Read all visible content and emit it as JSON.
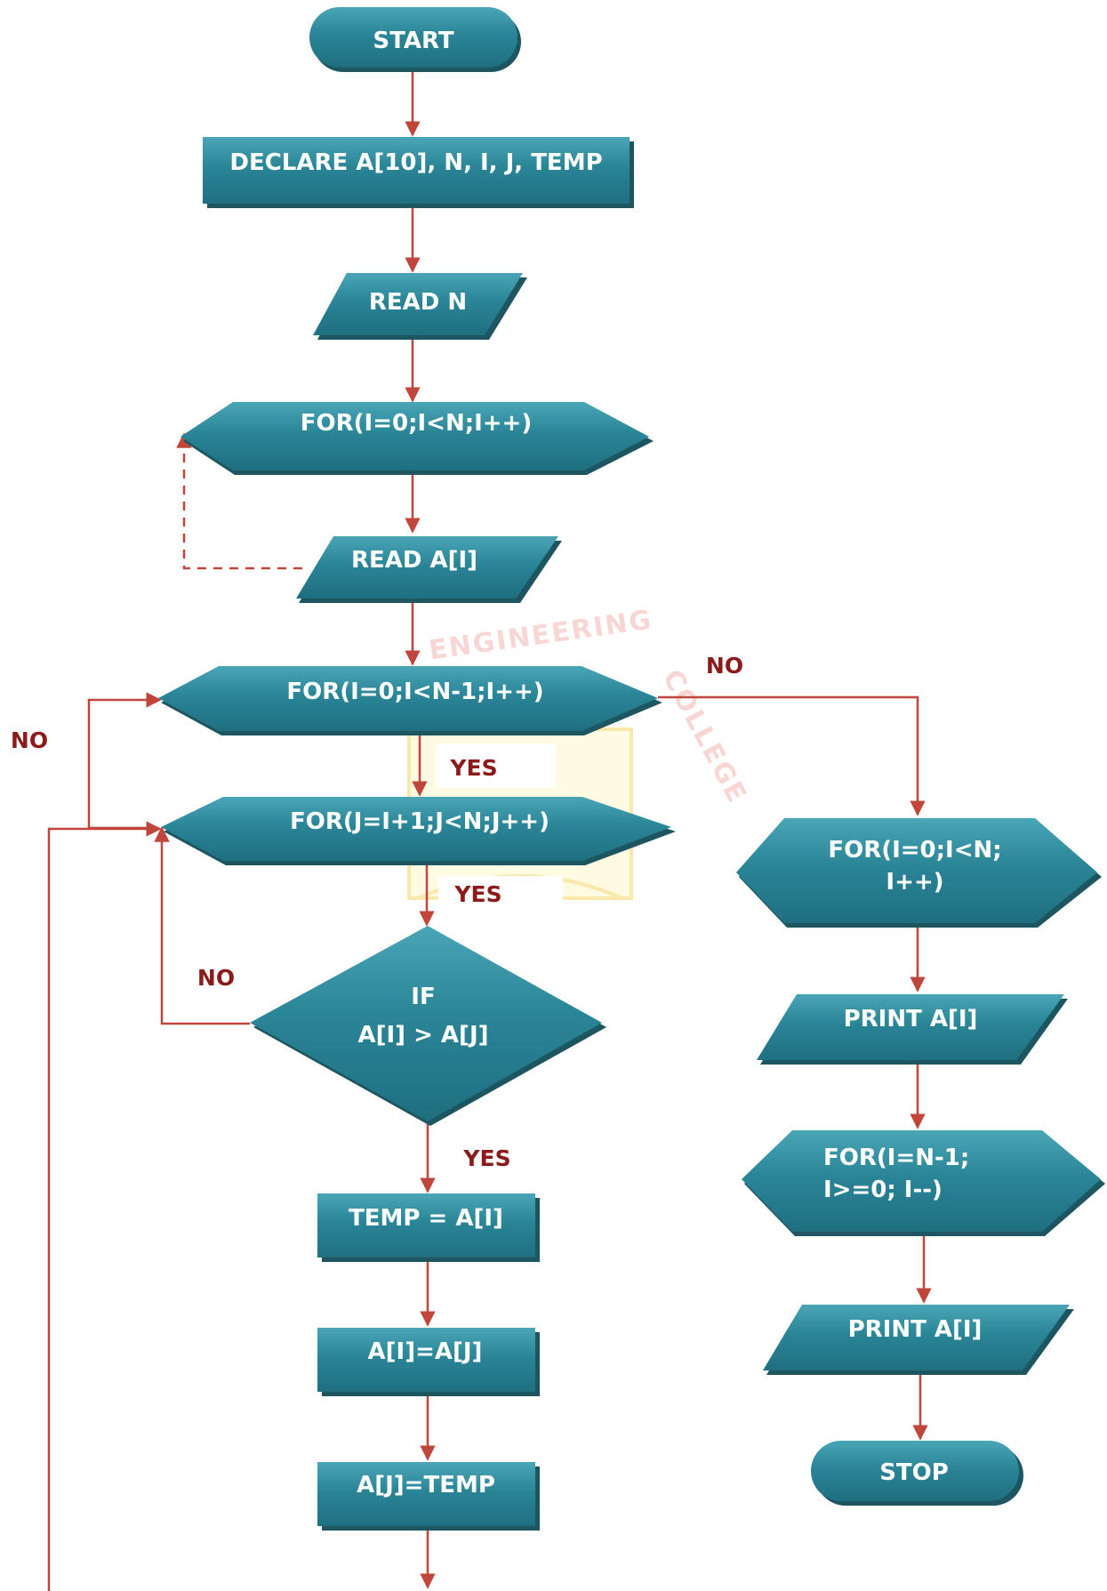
{
  "nodes": {
    "start": "START",
    "declare": "DECLARE A[10], N, I, J, TEMP",
    "read_n": "READ N",
    "for_read": "FOR(I=0;I<N;I++)",
    "read_ai": "READ A[I]",
    "for_outer": "FOR(I=0;I<N-1;I++)",
    "for_inner": "FOR(J=I+1;J<N;J++)",
    "if_line1": "IF",
    "if_line2": "A[I] > A[J]",
    "temp_assign": "TEMP = A[I]",
    "ai_assign": "A[I]=A[J]",
    "aj_assign": "A[J]=TEMP",
    "for_print_line1": "FOR(I=0;I<N;",
    "for_print_line2": "I++)",
    "print_1": "PRINT A[I]",
    "for_rev_line1": "FOR(I=N-1;",
    "for_rev_line2": "I>=0; I--)",
    "print_2": "PRINT A[I]",
    "stop": "STOP"
  },
  "labels": {
    "no_outer": "NO",
    "no_left": "NO",
    "yes_outer": "YES",
    "yes_inner": "YES",
    "no_if": "NO",
    "yes_if": "YES"
  },
  "watermark": {
    "arc_text": "ENGINEERING",
    "college_text": "COLLEGE"
  },
  "colors": {
    "shape": "#2a8497",
    "shape_shadow": "#1d5561",
    "arrow": "#c0463c",
    "label": "#8b1a1a"
  }
}
